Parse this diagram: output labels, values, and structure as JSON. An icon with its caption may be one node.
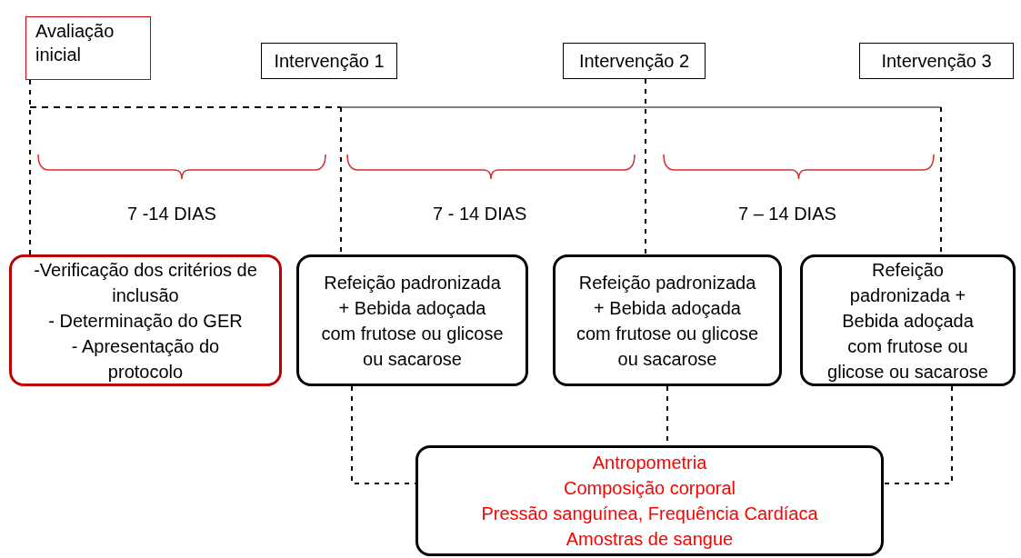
{
  "diagram": {
    "nodes": [
      {
        "text": [
          "Avaliação inicial"
        ]
      },
      {
        "text": [
          "Intervenção 1"
        ]
      },
      {
        "text": [
          "Intervenção 2"
        ]
      },
      {
        "text": [
          "Intervenção 3"
        ]
      },
      {
        "text": [
          "-Verificação dos critérios de inclusão",
          "- Determinação do GER",
          "- Apresentação do protocolo"
        ]
      },
      {
        "text": [
          "Refeição padronizada + Bebida adoçada com frutose ou glicose ou sacarose"
        ]
      },
      {
        "text": [
          "Refeição padronizada + Bebida adoçada com frutose ou glicose ou sacarose"
        ]
      },
      {
        "text": [
          "Refeição padronizada + Bebida adoçada com frutose ou glicose ou sacarose"
        ]
      },
      {
        "text": [
          "Antropometria",
          "Composição corporal",
          "Pressão sanguínea, Frequência Cardíaca",
          "Amostras de sangue"
        ]
      }
    ],
    "edges": [
      {
        "from": 0,
        "to": 4,
        "arrow": "none",
        "style": "dashed"
      },
      {
        "from": 2,
        "to": 6,
        "arrow": "none",
        "style": "dashed"
      },
      {
        "from": 5,
        "to": 8,
        "arrow": "none",
        "style": "dashed"
      },
      {
        "from": 6,
        "to": 8,
        "arrow": "none",
        "style": "dashed"
      },
      {
        "from": 7,
        "to": 8,
        "arrow": "none",
        "style": "dashed"
      }
    ],
    "labels": [
      "7 -14 DIAS",
      "7 - 14 DIAS",
      "7 – 14 DIAS"
    ]
  }
}
